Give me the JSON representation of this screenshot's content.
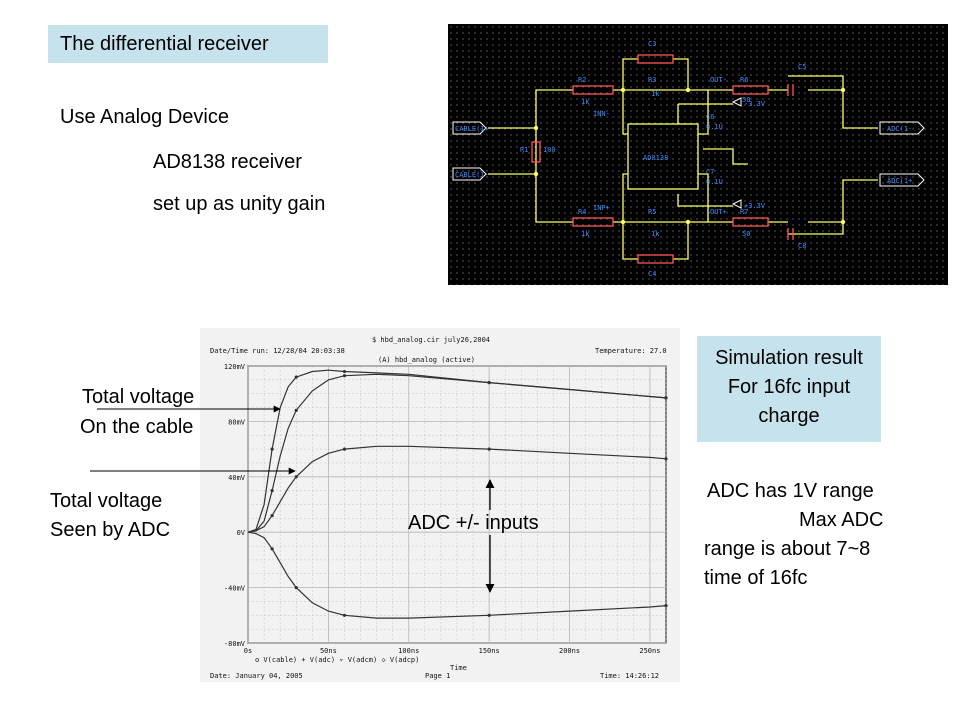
{
  "colors": {
    "title_bg": "#c6e2ec",
    "result_bg": "#c6e2ec",
    "schematic_bg": "#000000",
    "schematic_wire": "#ffff66",
    "schematic_label": "#3a8cff",
    "scope_paper": "#f2f2f2",
    "scope_grid": "#b5b5b5",
    "trace": "#333333"
  },
  "title": "The differential receiver",
  "intro": {
    "line1": "Use Analog Device",
    "line2": "AD8138 receiver",
    "line3": "set up as unity gain"
  },
  "schematic": {
    "in_pos": "CABLE(1+",
    "in_neg": "CABLE(1-",
    "out_neg": "ADC(1-",
    "out_pos": "ADC(1+",
    "r1": "R1",
    "r1_val": "100",
    "r2": "R2",
    "r2_val": "1k",
    "r3": "R3",
    "r3_val": "1k",
    "r4": "R4",
    "r4_val": "1k",
    "r5": "R5",
    "r5_val": "1k",
    "r6": "R6",
    "r6_val": "50",
    "r7": "R7",
    "r7_val": "50",
    "c6": "C6",
    "c6_val": "0.1U",
    "c7": "C7",
    "c7_val": "0.1U",
    "c3": "C3",
    "c4": "C4",
    "c5": "C5",
    "c8": "C8",
    "rail_neg": "-3.3V",
    "rail_pos": "+3.3V",
    "net_inn": "INN-",
    "net_inp": "INP+",
    "net_outn": "OUT-",
    "net_outp": "OUT+",
    "chip": "AD8138"
  },
  "scope": {
    "file": "$ hbd_analog.cir     july26,2004",
    "run": "Date/Time run: 12/28/04 20:03:38",
    "temp": "Temperature: 27.0",
    "plot_title": "(A) hbd_analog (active)",
    "date": "Date: January 04, 2005",
    "page": "Page 1",
    "time": "Time: 14:26:12",
    "legend": "o V(cable)  + V(adc)  ▿ V(adcm)  ◇ V(adcp)",
    "xlabel": "Time"
  },
  "chart_data": {
    "type": "line",
    "xlabel": "Time",
    "ylabel": "",
    "xlim": [
      0,
      260
    ],
    "ylim": [
      -80,
      120
    ],
    "x_ticks": [
      "0s",
      "50ns",
      "100ns",
      "150ns",
      "200ns",
      "250ns"
    ],
    "y_ticks": [
      "120mV",
      "80mV",
      "40mV",
      "0V",
      "-40mV",
      "-80mV"
    ],
    "series": [
      {
        "name": "V(cable)",
        "x": [
          0,
          5,
          10,
          15,
          20,
          25,
          30,
          40,
          50,
          60,
          80,
          100,
          150,
          200,
          250,
          260
        ],
        "y": [
          0,
          2,
          20,
          60,
          90,
          105,
          112,
          116,
          117,
          116,
          115,
          114,
          108,
          103,
          98,
          97
        ]
      },
      {
        "name": "V(adc)",
        "x": [
          0,
          5,
          10,
          15,
          20,
          25,
          30,
          40,
          50,
          60,
          80,
          100,
          150,
          200,
          250,
          260
        ],
        "y": [
          0,
          1,
          8,
          30,
          55,
          75,
          88,
          102,
          110,
          113,
          114,
          113,
          108,
          103,
          98,
          97
        ]
      },
      {
        "name": "V(adcm)",
        "x": [
          0,
          5,
          10,
          15,
          20,
          25,
          30,
          40,
          50,
          60,
          80,
          100,
          150,
          200,
          250,
          260
        ],
        "y": [
          0,
          -1,
          -4,
          -12,
          -22,
          -32,
          -40,
          -51,
          -57,
          -60,
          -62,
          -62,
          -60,
          -57,
          -54,
          -53
        ]
      },
      {
        "name": "V(adcp)",
        "x": [
          0,
          5,
          10,
          15,
          20,
          25,
          30,
          40,
          50,
          60,
          80,
          100,
          150,
          200,
          250,
          260
        ],
        "y": [
          0,
          1,
          4,
          12,
          22,
          32,
          40,
          51,
          57,
          60,
          62,
          62,
          60,
          57,
          54,
          53
        ]
      }
    ]
  },
  "annotations": {
    "cable1": "Total voltage",
    "cable2": "On the cable",
    "adc1": "Total voltage",
    "adc2": "Seen by ADC",
    "inputs": "ADC +/- inputs"
  },
  "result": {
    "line1": "Simulation result",
    "line2": "For 16fc input",
    "line3": "charge"
  },
  "note": {
    "line1": "ADC has 1V range",
    "line2": "Max ADC",
    "line3": "range is about 7~8",
    "line4": "time of 16fc"
  }
}
